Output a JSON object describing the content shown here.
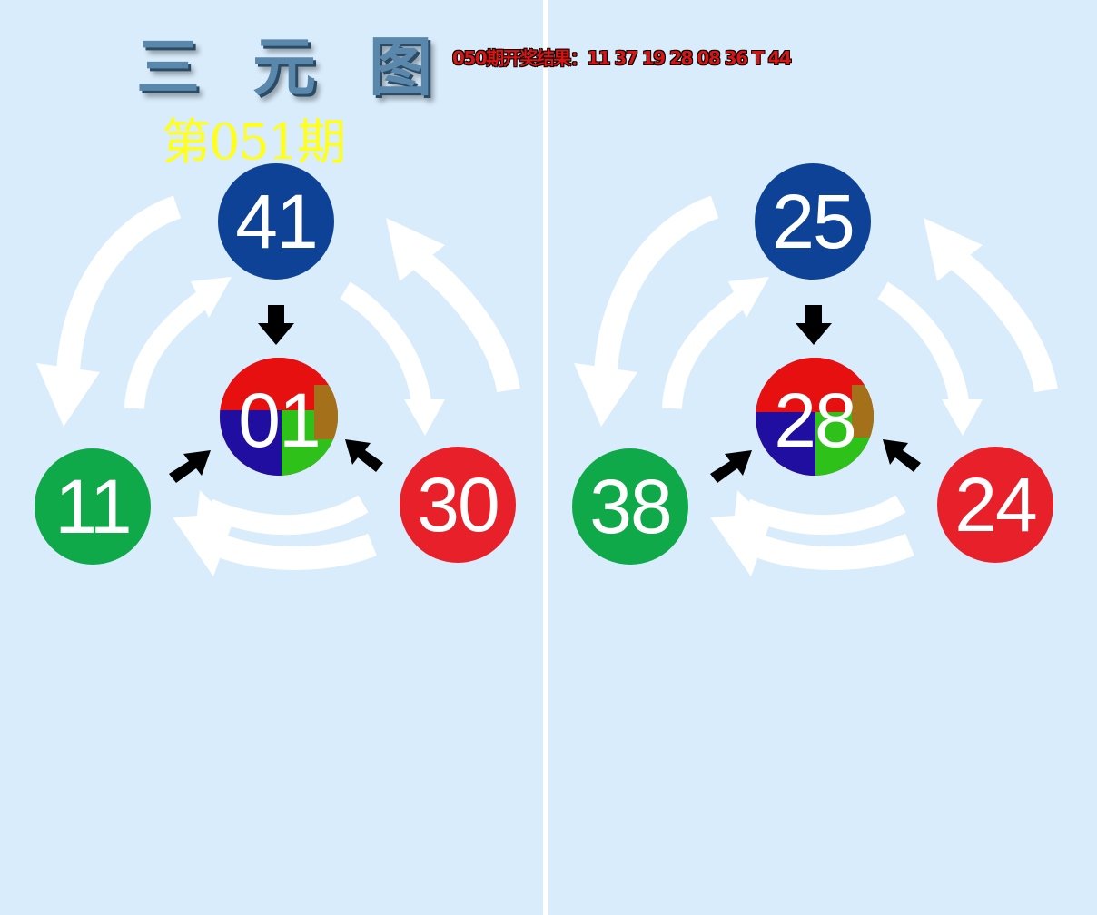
{
  "header": {
    "title": "三元图",
    "latest_result": "050期开奖结果：11 37 19 28 08 36 T 44",
    "current_period": "第051期"
  },
  "panels": [
    {
      "top_ball": {
        "number": "41",
        "color": "blue"
      },
      "center_ball": {
        "number": "01",
        "color": "multicolor"
      },
      "left_ball": {
        "number": "11",
        "color": "green"
      },
      "right_ball": {
        "number": "30",
        "color": "red"
      }
    },
    {
      "top_ball": {
        "number": "25",
        "color": "blue"
      },
      "center_ball": {
        "number": "28",
        "color": "multicolor"
      },
      "left_ball": {
        "number": "38",
        "color": "green"
      },
      "right_ball": {
        "number": "24",
        "color": "red"
      }
    }
  ],
  "colors": {
    "background": "#d9ecfb",
    "blue": "#0d4297",
    "green": "#10a94a",
    "red": "#e8202a",
    "title": "#5a88ad",
    "result_text": "#d71515",
    "period_text": "#ffff1a"
  },
  "icons": [
    "cycle-arrows-icon",
    "arrow-down-icon",
    "arrow-diagonal-icon"
  ]
}
